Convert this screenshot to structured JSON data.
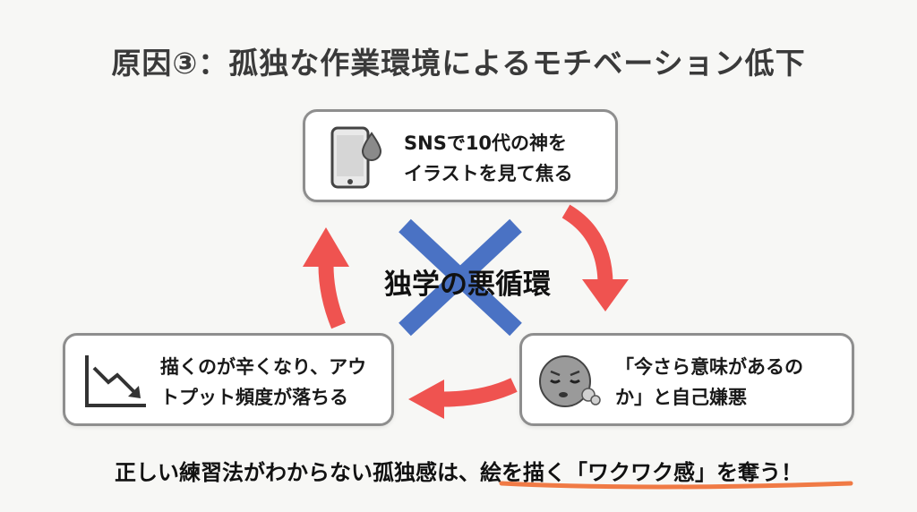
{
  "title": "原因③：孤独な作業環境によるモチベーション低下",
  "cycle": {
    "center_label": "独学の悪循環",
    "steps": [
      {
        "icon": "phone-drop-icon",
        "lines": [
          "SNSで10代の神を",
          "イラストを見て焦る"
        ]
      },
      {
        "icon": "sad-face-icon",
        "lines": [
          "「今さら意味があるの",
          "か」と自己嫌悪"
        ]
      },
      {
        "icon": "decline-chart-icon",
        "lines": [
          "描くのが辛くなり、アウ",
          "トプット頻度が落ちる"
        ]
      }
    ]
  },
  "footer": {
    "text_before": "正しい練習法がわからない孤独感は、",
    "text_highlight": "絵を描く「ワクワク感」を奪う！"
  },
  "colors": {
    "arrow": "#ef5350",
    "cross": "#4a72c4",
    "underline": "#f07a45",
    "card_border": "#8e8e8e"
  }
}
